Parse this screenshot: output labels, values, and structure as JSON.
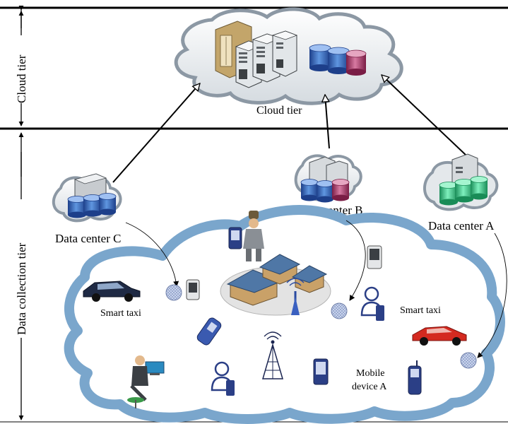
{
  "tiers": {
    "cloud_tier_side_label": "Cloud tier",
    "collection_tier_side_label": "Data collection tier"
  },
  "cloud": {
    "label": "Cloud tier"
  },
  "data_centers": {
    "a": "Data center A",
    "b": "Data center B",
    "c": "Data center C"
  },
  "ground": {
    "smart_taxi_left": "Smart taxi",
    "smart_taxi_right": "Smart taxi",
    "mobile_device_a_line1": "Mobile",
    "mobile_device_a_line2": "device A"
  },
  "colors": {
    "cloud_outline": "#9aa9b8",
    "ground_cloud": "#7aa6cc",
    "db_blue": "#3a6ec8",
    "db_pink": "#c14a7a",
    "db_green": "#3cc58a"
  }
}
